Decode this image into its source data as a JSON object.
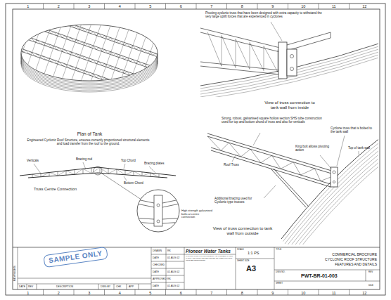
{
  "diagram": {
    "nodes": [
      {
        "text": [
          "SAMPLE ONLY"
        ]
      }
    ],
    "labels": [
      "Plan of Tank",
      "Engineered Cyclonic Roof Structure, ensures correctly proportioned structural elements and load transfer from the roof to the ground.",
      "Verticals",
      "Bracing rod",
      "Top Chord",
      "Bracing plates",
      "Bottom Chord",
      "Truss Centre Connection",
      "High strength galvanised bolts at centre connection",
      "Pivoting cyclonic truss that have been designed with extra capacity to withstand the very large uplift forces that are experienced in cyclones",
      "View of truss connection to tank wall from inside",
      "Strong, robust, galvanised square hollow section SHS tube construction used for top and bottom chord of truss and also for verticals",
      "Roof Truss",
      "Top of tank wall",
      "King bolt allows pivoting action",
      "Cyclone truss that is bolted to the tank wall",
      "Additional bracing used for Cyclonic type trusses",
      "View of truss connection to tank wall from outside",
      "REVISIONS",
      "DATE",
      "REV",
      "DESCRIPTION",
      "DWG BY",
      "CHK",
      "APP",
      "DRAWN",
      "RK",
      "DATE",
      "01 AUG 02",
      "CHECKED",
      "DATE",
      "01 AUG 02",
      "APPROVED",
      "RK",
      "DATE",
      "01 AUG 02",
      "Pioneer Water Tanks",
      "THIS DRAWING IS THE PROPERTY OF PIONEER WATER TANKS AND MUST NOT BE COPIED OR USED WITHOUT WRITTEN PERMISSION",
      "SCALE",
      "1:1 PS",
      "SHEET SIZE",
      "A3",
      "TITLE",
      "COMMERCIAL BROCHURE",
      "CYCLONIC ROOF STRUCTURE",
      "FEATURES AND DETAILS",
      "DWG NO.",
      "PWT-BR-01-003",
      "REV",
      "SHEET",
      "004",
      "1",
      "2",
      "3",
      "4",
      "5",
      "6",
      "7",
      "8",
      "9",
      "10",
      "11",
      "12",
      "1",
      "2",
      "3",
      "4",
      "5",
      "6",
      "7",
      "8",
      "9",
      "10",
      "11",
      "12"
    ]
  }
}
